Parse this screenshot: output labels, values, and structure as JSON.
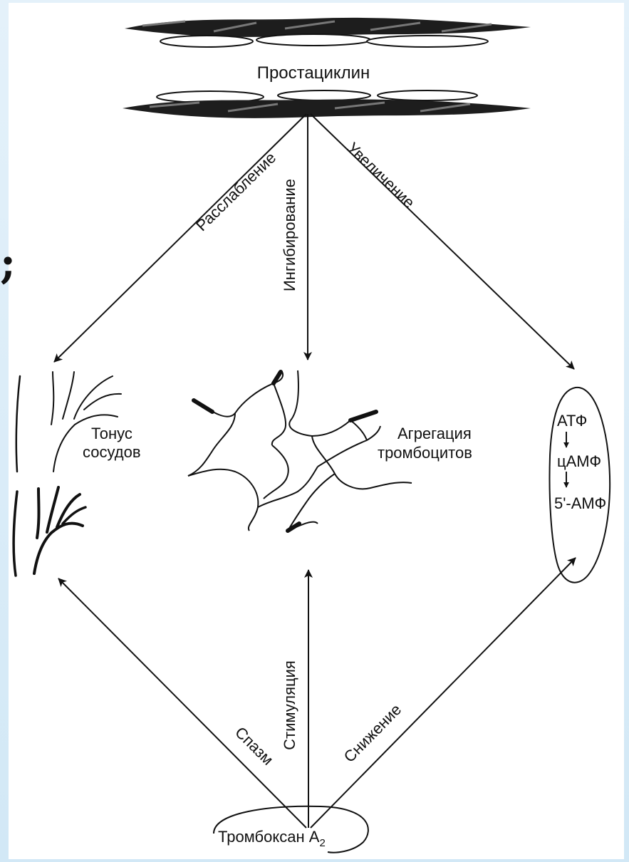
{
  "labels": {
    "top": "Простациклин",
    "relax": "Расслабление",
    "inhibit": "Ингибирование",
    "increase": "Увеличение",
    "tone_line1": "Тонус",
    "tone_line2": "сосудов",
    "agg_line1": "Агрегация",
    "agg_line2": "тромбоцитов",
    "atp": "АТФ",
    "camp": "цАМФ",
    "amp5": "5'-АМФ",
    "spasm": "Спазм",
    "stim": "Стимуляция",
    "decrease": "Снижение",
    "bottom": "Тромбоксан A",
    "bottom_sub": "2"
  },
  "stray_mark": ";",
  "colors": {
    "ink": "#111111",
    "background": "#ffffff",
    "frame": "#d8ecf7"
  }
}
